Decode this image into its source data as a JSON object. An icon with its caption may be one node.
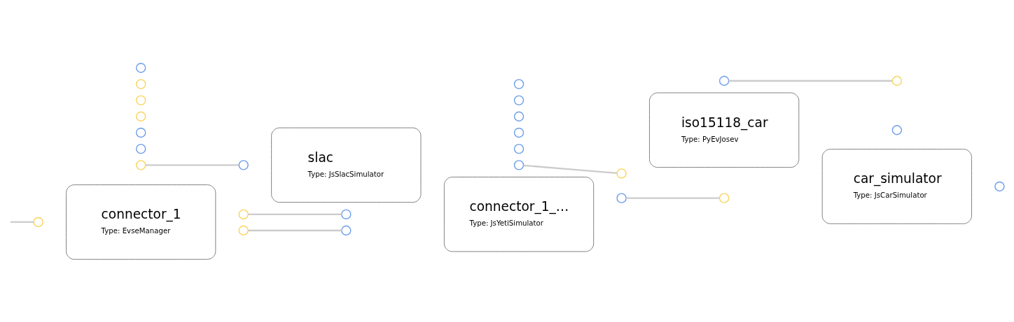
{
  "diagram": {
    "nodes": [
      {
        "text": [
          "connector_1",
          "Type: EvseManager"
        ]
      },
      {
        "text": [
          "connector_1_…",
          "Type: JsYetiSimulator"
        ]
      },
      {
        "text": [
          "iso15118_car",
          "Type: PyEvJosev"
        ]
      },
      {
        "text": [
          "slac",
          "Type: JsSlacSimulator"
        ]
      },
      {
        "text": [
          "car_simulator",
          "Type: JsCarSimulator"
        ]
      },
      {
        "text": [],
        "shape": "circle"
      },
      {
        "text": [],
        "shape": "circle"
      },
      {
        "text": [],
        "shape": "circle"
      },
      {
        "text": [],
        "shape": "circle"
      },
      {
        "text": [],
        "shape": "circle"
      },
      {
        "text": [],
        "shape": "circle"
      },
      {
        "text": [],
        "shape": "circle"
      },
      {
        "text": [],
        "shape": "circle"
      },
      {
        "text": [],
        "shape": "circle"
      },
      {
        "text": [],
        "shape": "circle"
      },
      {
        "text": [],
        "shape": "circle"
      },
      {
        "text": [],
        "shape": "circle"
      },
      {
        "text": [],
        "shape": "circle"
      },
      {
        "text": [],
        "shape": "circle"
      },
      {
        "text": [],
        "shape": "circle"
      },
      {
        "text": [],
        "shape": "circle"
      },
      {
        "text": [],
        "shape": "circle"
      },
      {
        "text": [],
        "shape": "circle"
      },
      {
        "text": [],
        "shape": "circle"
      },
      {
        "text": [],
        "shape": "circle"
      },
      {
        "text": [],
        "shape": "circle"
      },
      {
        "text": [],
        "shape": "circle"
      },
      {
        "text": [],
        "shape": "circle"
      },
      {
        "text": [],
        "shape": "circle"
      },
      {
        "text": [],
        "shape": "circle"
      },
      {
        "text": [],
        "shape": "circle"
      }
    ],
    "edges": [
      {
        "from": null,
        "to": 7,
        "arrow": "none"
      },
      {
        "from": 8,
        "to": 15,
        "arrow": "none"
      },
      {
        "from": 9,
        "to": 16,
        "arrow": "none"
      },
      {
        "from": 17,
        "to": 28,
        "arrow": "none"
      },
      {
        "from": 14,
        "to": 25,
        "arrow": "none"
      },
      {
        "from": 26,
        "to": 29,
        "arrow": "none"
      },
      {
        "from": 24,
        "to": 27,
        "arrow": "none"
      }
    ]
  }
}
